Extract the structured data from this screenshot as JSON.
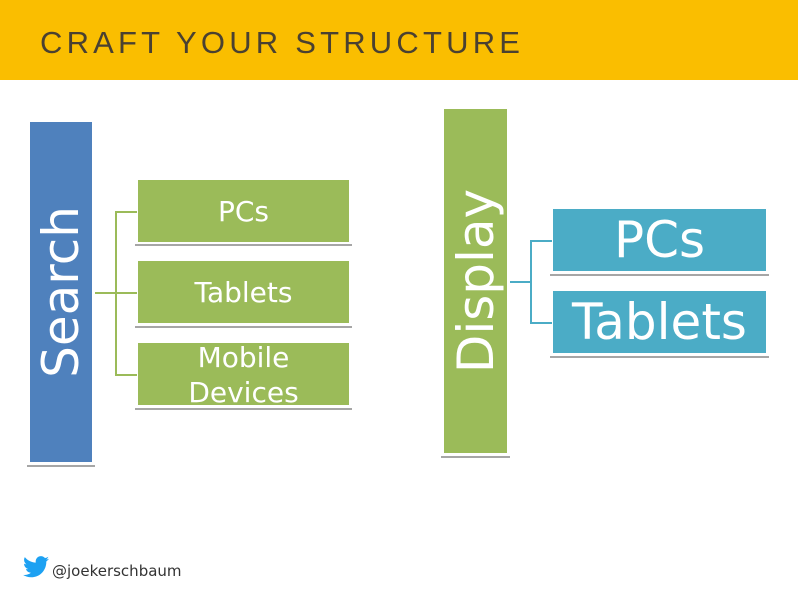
{
  "header": {
    "title": "CRAFT YOUR STRUCTURE",
    "background_color": "#FABE00"
  },
  "diagrams": [
    {
      "root": {
        "label": "Search",
        "color": "#4F81BD"
      },
      "children": [
        {
          "label": "PCs"
        },
        {
          "label": "Tablets"
        },
        {
          "label": "Mobile Devices",
          "lines": [
            "Mobile",
            "Devices"
          ]
        }
      ],
      "child_color": "#9BBB59",
      "connector_color": "#9BBB59"
    },
    {
      "root": {
        "label": "Display",
        "color": "#9BBB59"
      },
      "children": [
        {
          "label": "PCs"
        },
        {
          "label": "Tablets"
        }
      ],
      "child_color": "#4BACC6",
      "connector_color": "#4BACC6"
    }
  ],
  "footer": {
    "icon": "twitter-bird-icon",
    "handle": "@joekerschbaum"
  }
}
